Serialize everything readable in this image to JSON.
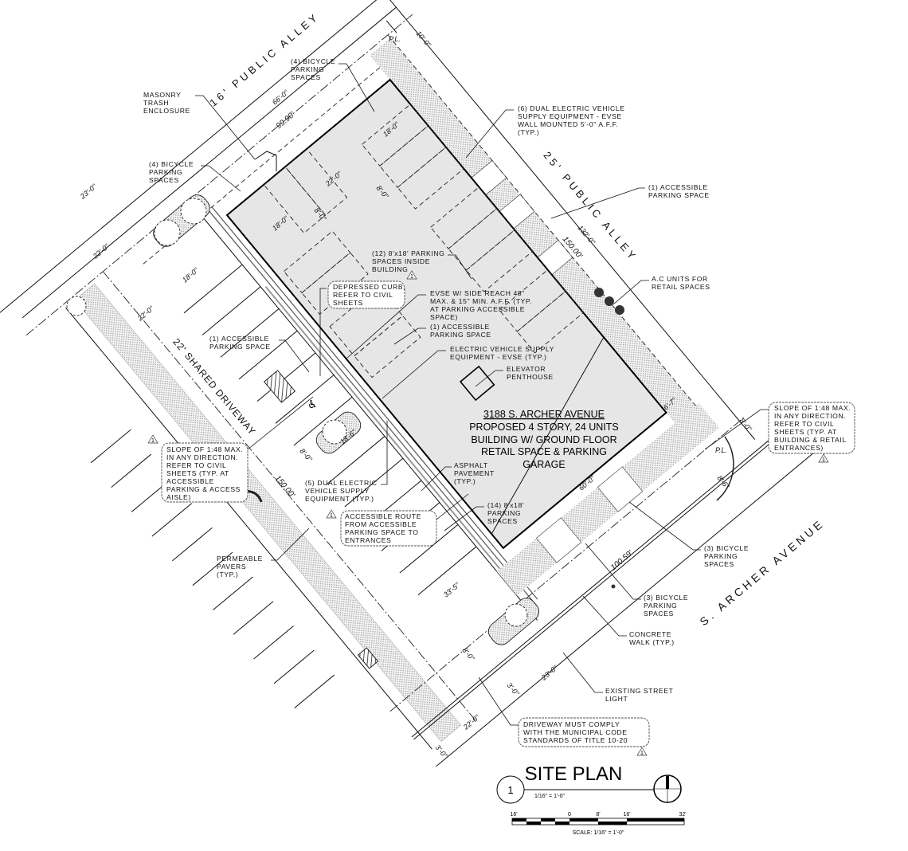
{
  "streets": {
    "alley_16": "16' PUBLIC ALLEY",
    "alley_25": "25' PUBLIC ALLEY",
    "driveway": "22' SHARED DRIVEWAY",
    "archer": "S. ARCHER AVENUE"
  },
  "building": {
    "lines": [
      "3188 S. ARCHER AVENUE",
      "PROPOSED 4 STORY, 24 UNITS",
      "BUILDING W/ GROUND FLOOR",
      "RETAIL SPACE & PARKING",
      "GARAGE"
    ]
  },
  "notes": {
    "bike_top": [
      "(4) BICYCLE",
      "PARKING",
      "SPACES"
    ],
    "trash": [
      "MASONRY",
      "TRASH",
      "ENCLOSURE"
    ],
    "bike_left": [
      "(4) BICYCLE",
      "PARKING",
      "SPACES"
    ],
    "evse_wall": [
      "(6) DUAL ELECTRIC VEHICLE",
      "SUPPLY EQUIPMENT - EVSE",
      "WALL MOUNTED 5'-0\" A.F.F.",
      "(TYP.)"
    ],
    "accessible_alley": [
      "(1) ACCESSIBLE",
      "PARKING SPACE"
    ],
    "spaces_inside": [
      "(12) 8'x18' PARKING",
      "SPACES INSIDE",
      "BUILDING"
    ],
    "ac_units": [
      "A.C UNITS FOR",
      "RETAIL SPACES"
    ],
    "depressed_curb": [
      "DEPRESSED CURB,",
      "REFER TO CIVIL",
      "SHEETS"
    ],
    "evse_reach": [
      "EVSE W/ SIDE REACH 48\"",
      "MAX. & 15\" MIN. A.F.F. (TYP.",
      "AT PARKING ACCESSIBLE",
      "SPACE)"
    ],
    "accessible_inside": [
      "(1) ACCESSIBLE",
      "PARKING SPACE"
    ],
    "evse_typ": [
      "ELECTRIC VEHICLE SUPPLY",
      "EQUIPMENT - EVSE (TYP.)"
    ],
    "elevator": [
      "ELEVATOR",
      "PENTHOUSE"
    ],
    "accessible_lot": [
      "(1) ACCESSIBLE",
      "PARKING SPACE"
    ],
    "slope_lot": [
      "SLOPE OF 1:48 MAX.",
      "IN ANY DIRECTION.",
      "REFER TO CIVIL",
      "SHEETS (TYP. AT",
      "ACCESSIBLE",
      "PARKING & ACCESS",
      "AISLE)"
    ],
    "evse_dual5": [
      "(5) DUAL ELECTRIC",
      "VEHICLE SUPPLY",
      "EQUIPMENT (TYP.)"
    ],
    "asphalt": [
      "ASPHALT",
      "PAVEMENT",
      "(TYP.)"
    ],
    "route": [
      "ACCESSIBLE ROUTE",
      "FROM ACCESSIBLE",
      "PARKING SPACE TO",
      "ENTRANCES"
    ],
    "spaces_14": [
      "(14) 8'x18'",
      "PARKING",
      "SPACES"
    ],
    "pavers": [
      "PERMEABLE",
      "PAVERS",
      "(TYP.)"
    ],
    "slope_bldg": [
      "SLOPE OF 1:48 MAX.",
      "IN ANY DIRECTION.",
      "REFER TO CIVIL",
      "SHEETS (TYP. AT",
      "BUILDING & RETAIL",
      "ENTRANCES)"
    ],
    "bike_right": [
      "(3) BICYCLE",
      "PARKING",
      "SPACES"
    ],
    "bike_bottom": [
      "(3) BICYCLE",
      "PARKING",
      "SPACES"
    ],
    "walk": [
      "CONCRETE",
      "WALK (TYP.)"
    ],
    "street_light": [
      "EXISTING STREET",
      "LIGHT"
    ],
    "driveway_code": [
      "DRIVEWAY MUST COMPLY",
      "WITH THE MUNICIPAL CODE",
      "STANDARDS OF TITLE 10-20"
    ]
  },
  "revision_mark": "1",
  "dims": {
    "d10": "10'-0\"",
    "pl_top": "P.L.",
    "d66": "66'-0\"",
    "d9990": "99.90'",
    "d22a": "22'-0\"",
    "d18a": "18'-0\"",
    "d8a": "8'-0\"",
    "d8b": "8'-0\"",
    "d18b": "18'-0\"",
    "d23a": "23'-0\"",
    "d22b": "22'-0\"",
    "d18c": "18'-0\"",
    "d22c": "22'-0\"",
    "d132": "132'-0\"",
    "d150a": "150.00'",
    "d67": "6'-7\"",
    "d8c": "8'-0\"",
    "pl_right": "P.L.",
    "d86": "8'-6\"",
    "d60": "60'-0\"",
    "d10059": "100.59'",
    "d186": "18'-6\"",
    "d8d": "8'-0\"",
    "d150b": "150.00'",
    "d335": "33'-5\"",
    "d8e": "8'-0\"",
    "d23b": "23'-0\"",
    "d3a": "3'-0\"",
    "d22d": "22'-0\"",
    "d3b": "3'-0\""
  },
  "title": {
    "number": "1",
    "name": "SITE PLAN",
    "scale": "1/16\" = 1'-0\"",
    "bar_labels": [
      "16'",
      "0",
      "8'",
      "16'",
      "32'"
    ],
    "bar_caption": "SCALE: 1/16\" = 1'-0\""
  }
}
